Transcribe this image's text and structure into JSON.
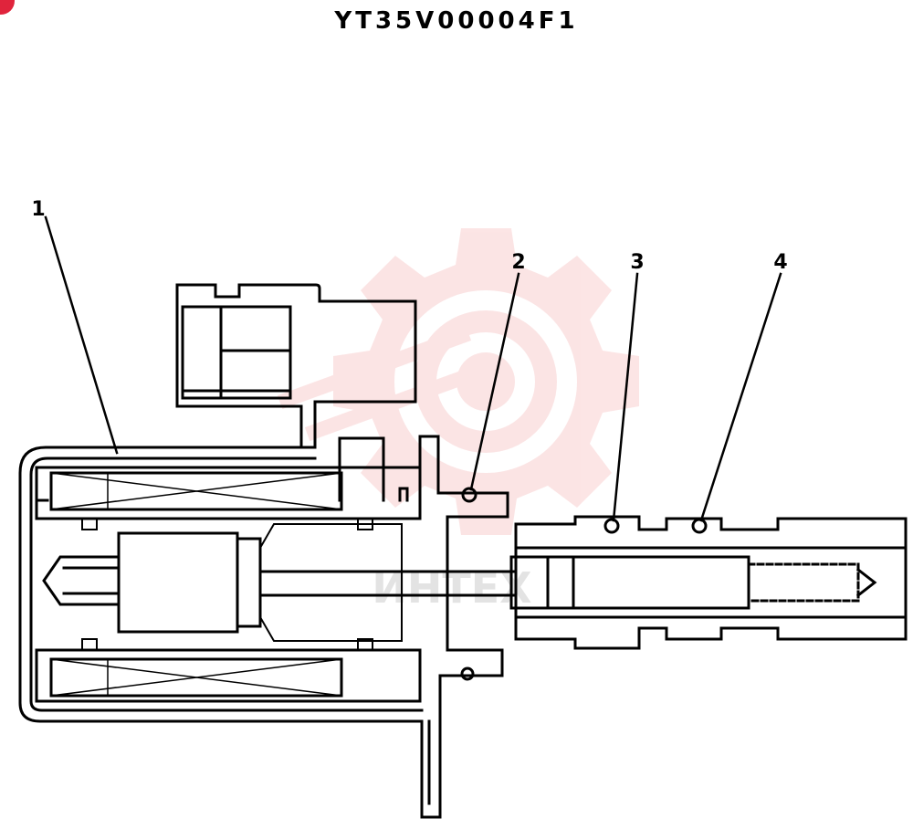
{
  "figure_code": "YT35V00004F1",
  "callouts": [
    {
      "label": "1"
    },
    {
      "label": "2"
    },
    {
      "label": "3"
    },
    {
      "label": "4"
    }
  ],
  "watermark": {
    "text": "ИНТЕХ",
    "color": "#f08a8a"
  },
  "colors": {
    "line": "#000000",
    "background": "#ffffff",
    "corner_mark": "#e0243c"
  }
}
